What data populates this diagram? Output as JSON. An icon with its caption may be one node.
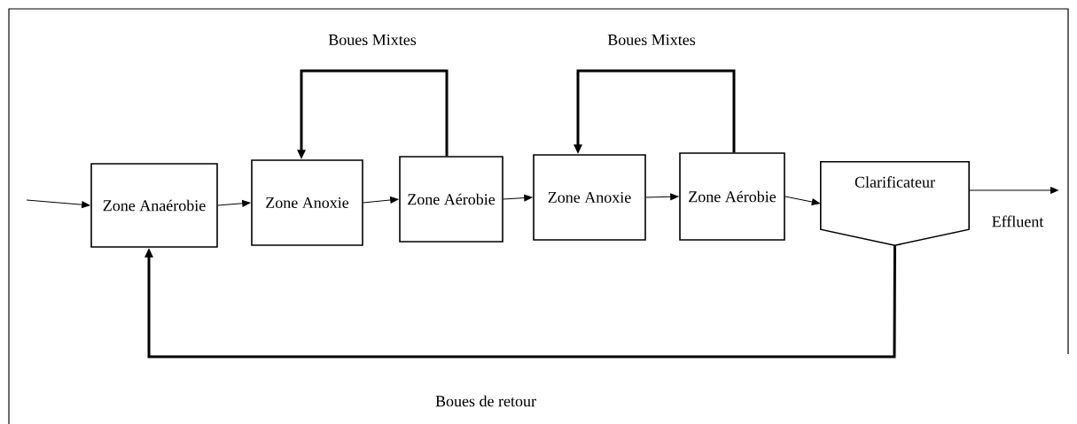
{
  "diagram": {
    "nodes": [
      {
        "text": [
          "Zone Anaérobie"
        ]
      },
      {
        "text": [
          "Zone Anoxie"
        ]
      },
      {
        "text": [
          "Zone Aérobie"
        ]
      },
      {
        "text": [
          "Zone Anoxie"
        ]
      },
      {
        "text": [
          "Zone Aérobie"
        ]
      },
      {
        "text": [
          "Clarificateur"
        ]
      }
    ],
    "edges": [
      {
        "from": null,
        "to": 0,
        "arrow": "to"
      },
      {
        "from": 0,
        "to": 1,
        "arrow": "to"
      },
      {
        "from": 1,
        "to": 2,
        "arrow": "to"
      },
      {
        "from": 2,
        "to": 3,
        "arrow": "to"
      },
      {
        "from": 3,
        "to": 4,
        "arrow": "to"
      },
      {
        "from": 4,
        "to": 5,
        "arrow": "to"
      },
      {
        "from": 5,
        "to": null,
        "arrow": "to",
        "label": "Effluent"
      },
      {
        "from": 2,
        "to": 1,
        "arrow": "to",
        "style": "thick",
        "label": "Boues Mixtes"
      },
      {
        "from": 4,
        "to": 3,
        "arrow": "to",
        "style": "thick",
        "label": "Boues Mixtes"
      },
      {
        "from": 5,
        "to": 0,
        "arrow": "to",
        "style": "thick",
        "label": "Boues de retour"
      }
    ]
  }
}
